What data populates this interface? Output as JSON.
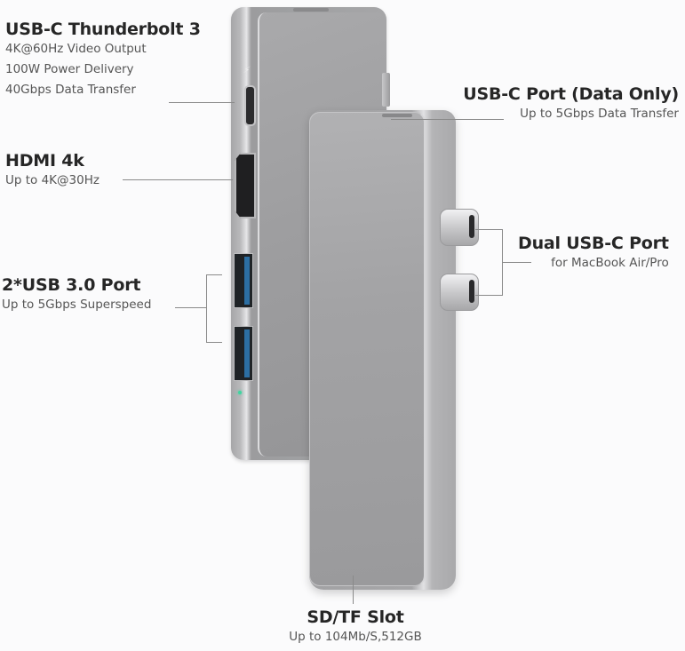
{
  "callouts": {
    "thunderbolt": {
      "title": "USB-C Thunderbolt 3",
      "lines": [
        "4K@60Hz Video Output",
        "100W Power Delivery",
        "40Gbps Data Transfer"
      ]
    },
    "hdmi": {
      "title": "HDMI 4k",
      "lines": [
        "Up to 4K@30Hz"
      ]
    },
    "usb3": {
      "title": "2*USB 3.0 Port",
      "lines": [
        "Up to 5Gbps Superspeed"
      ]
    },
    "usbc_data": {
      "title": "USB-C Port (Data Only)",
      "lines": [
        "Up to 5Gbps Data Transfer"
      ]
    },
    "dual_usbc": {
      "title": "Dual USB-C Port",
      "lines": [
        "for MacBook Air/Pro"
      ]
    },
    "sd_tf": {
      "title": "SD/TF Slot",
      "lines": [
        "Up to 104Mb/S,512GB"
      ]
    }
  },
  "device": {
    "color": "space-gray",
    "icons": [
      "thunderbolt-icon",
      "led-indicator"
    ],
    "accent_usb_blue": "#2c6fa3",
    "led_color": "#3fd5a0"
  }
}
